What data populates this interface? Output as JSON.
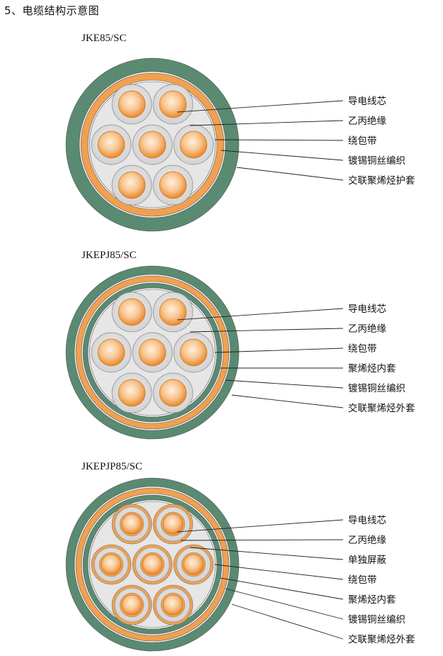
{
  "title": "5、电缆结构示意图",
  "colors": {
    "sheath": "#5a8a72",
    "armor": "#f0a050",
    "filler": "#e6e6e6",
    "insulation": "#dedede",
    "conductor_core": "#ffe6c4",
    "conductor_edge": "#eb8a2e",
    "leader": "#222222"
  },
  "diagrams": [
    {
      "model": "JKE85/SC",
      "labels": [
        "导电线芯",
        "乙丙绝缘",
        "绕包带",
        "镀锡铜丝编织",
        "交联聚烯烃护套"
      ]
    },
    {
      "model": "JKEPJ85/SC",
      "labels": [
        "导电线芯",
        "乙丙绝缘",
        "绕包带",
        "聚烯烃内套",
        "镀锡铜丝编织",
        "交联聚烯烃外套"
      ]
    },
    {
      "model": "JKEPJP85/SC",
      "labels": [
        "导电线芯",
        "乙丙绝缘",
        "单独屏蔽",
        "绕包带",
        "聚烯烃内套",
        "镀锡铜丝编织",
        "交联聚烯烃外套"
      ]
    }
  ]
}
